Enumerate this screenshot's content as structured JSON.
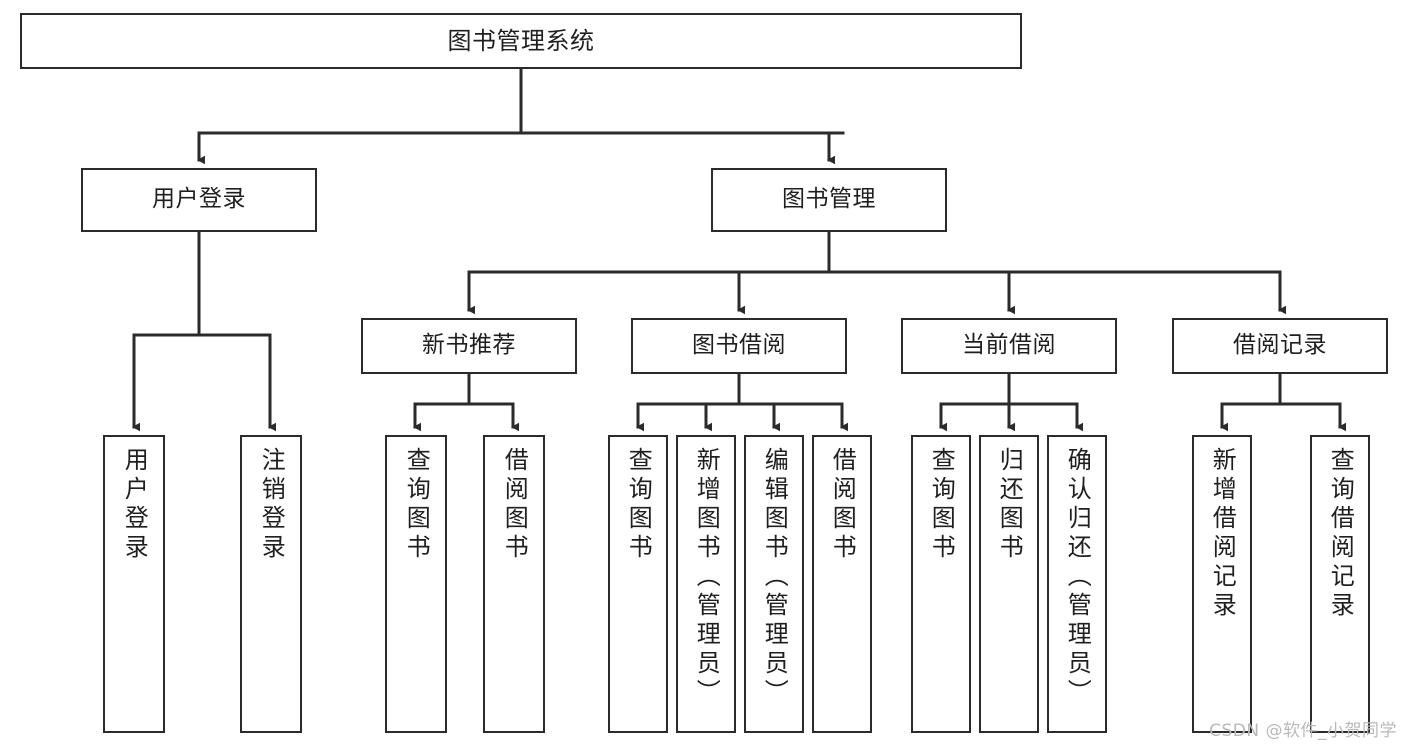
{
  "diagram": {
    "type": "tree",
    "title": "图书管理系统",
    "root": {
      "id": "root",
      "label": "图书管理系统"
    },
    "level2": [
      {
        "id": "user-login",
        "label": "用户登录"
      },
      {
        "id": "book-manage",
        "label": "图书管理"
      }
    ],
    "level3": [
      {
        "id": "new-book-recommend",
        "label": "新书推荐",
        "parent": "book-manage"
      },
      {
        "id": "book-borrow",
        "label": "图书借阅",
        "parent": "book-manage"
      },
      {
        "id": "current-borrow",
        "label": "当前借阅",
        "parent": "book-manage"
      },
      {
        "id": "borrow-record",
        "label": "借阅记录",
        "parent": "book-manage"
      }
    ],
    "leaves": [
      {
        "id": "leaf-user-login",
        "label": "用户登录",
        "parent": "user-login"
      },
      {
        "id": "leaf-user-logout",
        "label": "注销登录",
        "parent": "user-login"
      },
      {
        "id": "leaf-query-book-1",
        "label": "查询图书",
        "parent": "new-book-recommend"
      },
      {
        "id": "leaf-borrow-book-1",
        "label": "借阅图书",
        "parent": "new-book-recommend"
      },
      {
        "id": "leaf-query-book-2",
        "label": "查询图书",
        "parent": "book-borrow"
      },
      {
        "id": "leaf-add-book",
        "label": "新增图书（管理员）",
        "parent": "book-borrow"
      },
      {
        "id": "leaf-edit-book",
        "label": "编辑图书（管理员）",
        "parent": "book-borrow"
      },
      {
        "id": "leaf-borrow-book-2",
        "label": "借阅图书",
        "parent": "book-borrow"
      },
      {
        "id": "leaf-query-book-3",
        "label": "查询图书",
        "parent": "current-borrow"
      },
      {
        "id": "leaf-return-book",
        "label": "归还图书",
        "parent": "current-borrow"
      },
      {
        "id": "leaf-confirm-return",
        "label": "确认归还（管理员）",
        "parent": "current-borrow"
      },
      {
        "id": "leaf-add-record",
        "label": "新增借阅记录",
        "parent": "borrow-record"
      },
      {
        "id": "leaf-query-record",
        "label": "查询借阅记录",
        "parent": "borrow-record"
      }
    ],
    "colors": {
      "stroke": "#2b2b2b",
      "fill": "#ffffff",
      "text": "#1f1f1f",
      "watermark": "#b9b9b9"
    }
  },
  "watermark": {
    "text": "CSDN @软件_小贺同学"
  }
}
